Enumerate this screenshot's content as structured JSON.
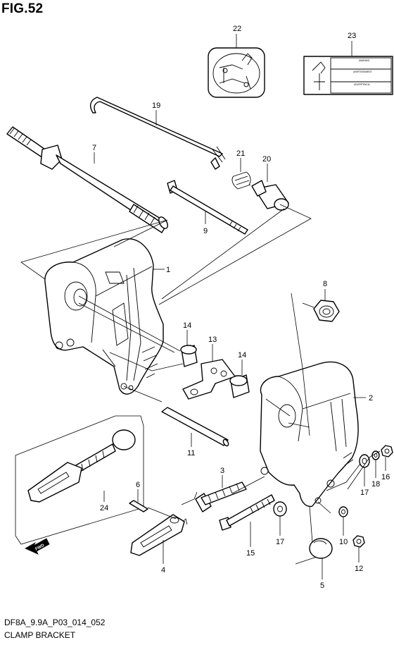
{
  "figure": {
    "title": "FIG.52",
    "footer_code": "DF8A_9.9A_P03_014_052",
    "footer_title": "CLAMP BRACKET"
  },
  "callouts": [
    "22",
    "23",
    "19",
    "7",
    "21",
    "20",
    "9",
    "1",
    "8",
    "14",
    "13",
    "14",
    "2",
    "11",
    "3",
    "24",
    "6",
    "16",
    "18",
    "17",
    "17",
    "15",
    "10",
    "12",
    "4",
    "5"
  ],
  "labels": {
    "fwd": "FWD",
    "warning": "WARNING",
    "avertissement": "AVERTISSEMENT",
    "advertencia": "ADVERTENCIA"
  },
  "colors": {
    "line": "#000000",
    "background": "#ffffff"
  }
}
